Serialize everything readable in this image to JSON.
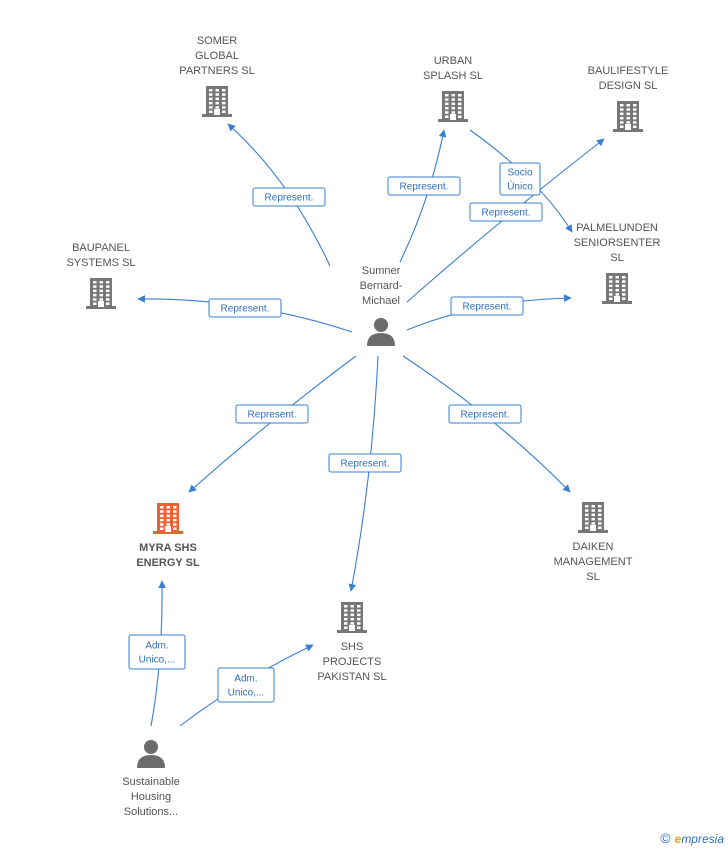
{
  "colors": {
    "edge": "#3a7fd0",
    "company": "#777777",
    "highlight": "#f06030",
    "person": "#6b6b6b"
  },
  "nodes": [
    {
      "id": "somer",
      "type": "company",
      "label": [
        "SOMER",
        "GLOBAL",
        "PARTNERS SL"
      ]
    },
    {
      "id": "urban",
      "type": "company",
      "label": [
        "URBAN",
        "SPLASH  SL"
      ]
    },
    {
      "id": "baulifestyle",
      "type": "company",
      "label": [
        "BAULIFESTYLE",
        "DESIGN  SL"
      ]
    },
    {
      "id": "baupanel",
      "type": "company",
      "label": [
        "BAUPANEL",
        "SYSTEMS  SL"
      ]
    },
    {
      "id": "palmelunden",
      "type": "company",
      "label": [
        "PALMELUNDEN",
        "SENIORSENTER",
        "SL"
      ]
    },
    {
      "id": "sumner",
      "type": "person",
      "label": [
        "Sumner",
        "Bernard-",
        "Michael"
      ]
    },
    {
      "id": "myra",
      "type": "company-highlight",
      "label": [
        "MYRA SHS",
        "ENERGY  SL"
      ]
    },
    {
      "id": "daiken",
      "type": "company",
      "label": [
        "DAIKEN",
        "MANAGEMENT",
        "SL"
      ]
    },
    {
      "id": "shs",
      "type": "company",
      "label": [
        "SHS",
        "PROJECTS",
        "PAKISTAN  SL"
      ]
    },
    {
      "id": "sustainable",
      "type": "person",
      "label": [
        "Sustainable",
        "Housing",
        "Solutions..."
      ]
    }
  ],
  "edges": [
    {
      "from": "sumner",
      "to": "somer",
      "label": [
        "Represent."
      ]
    },
    {
      "from": "sumner",
      "to": "urban",
      "label": [
        "Represent."
      ]
    },
    {
      "from": "sumner",
      "to": "baulifestyle",
      "label": [
        "Represent."
      ]
    },
    {
      "from": "urban",
      "to": "palmelunden",
      "label": [
        "Socio",
        "Único"
      ]
    },
    {
      "from": "sumner",
      "to": "baupanel",
      "label": [
        "Represent."
      ]
    },
    {
      "from": "sumner",
      "to": "palmelunden",
      "label": [
        "Represent."
      ]
    },
    {
      "from": "sumner",
      "to": "myra",
      "label": [
        "Represent."
      ]
    },
    {
      "from": "sumner",
      "to": "shs",
      "label": [
        "Represent."
      ]
    },
    {
      "from": "sumner",
      "to": "daiken",
      "label": [
        "Represent."
      ]
    },
    {
      "from": "sustainable",
      "to": "myra",
      "label": [
        "Adm.",
        "Unico,..."
      ]
    },
    {
      "from": "sustainable",
      "to": "shs",
      "label": [
        "Adm.",
        "Unico,..."
      ]
    }
  ],
  "footer": {
    "copyright": "©",
    "brand_e": "e",
    "brand_rest": "mpresia"
  }
}
